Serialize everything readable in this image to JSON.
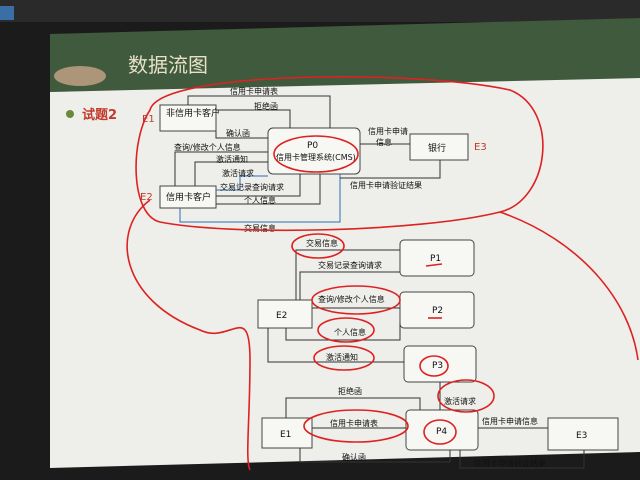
{
  "slide": {
    "title": "数据流图",
    "question": "试题2"
  },
  "upper_diagram": {
    "entities": {
      "non_card_customer": "非信用卡客户",
      "card_customer": "信用卡客户",
      "process_p0": "P0",
      "process_p0_name": "信用卡管理系统(CMS)",
      "bank": "银行"
    },
    "ext_labels": {
      "e1": "E1",
      "e2": "E2",
      "e3": "E3"
    },
    "flows": {
      "card_application_form": "信用卡申请表",
      "rejection_letter": "拒绝函",
      "confirmation_letter": "确认函",
      "query_modify_info": "查询/修改个人信息",
      "activation_notice": "激活通知",
      "activation_request": "激活请求",
      "transaction_query_request": "交易记录查询请求",
      "personal_info": "个人信息",
      "transaction_info": "交易信息",
      "card_application_info_1": "信用卡申请",
      "card_application_info_2": "信息",
      "validation_result": "信用卡申请验证结果"
    }
  },
  "lower_diagram": {
    "processes": {
      "p1": "P1",
      "p2": "P2",
      "p3": "P3",
      "p4": "P4"
    },
    "entities": {
      "e1": "E1",
      "e2": "E2",
      "e3": "E3"
    },
    "flows": {
      "transaction_info": "交易信息",
      "transaction_query_request": "交易记录查询请求",
      "query_modify_info": "查询/修改个人信息",
      "personal_info": "个人信息",
      "activation_notice": "激活通知",
      "rejection_letter": "拒绝函",
      "activation_request": "激活请求",
      "card_application_form": "信用卡申请表",
      "card_application_info": "信用卡申请信息",
      "confirmation_letter": "确认函",
      "validation_result": "信用卡申请验证结果"
    }
  }
}
